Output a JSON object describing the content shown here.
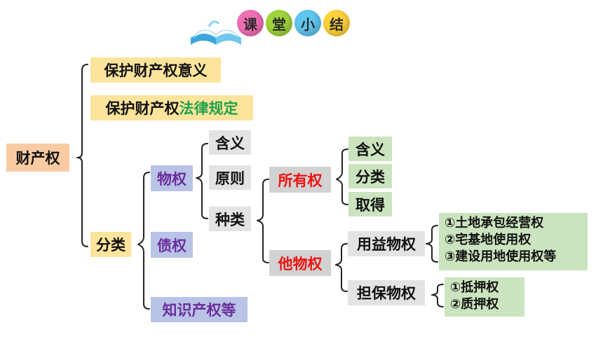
{
  "header": {
    "bubbles": [
      "课",
      "堂",
      "小",
      "结"
    ],
    "bubble_colors": [
      "#f06eb4",
      "#9fd43b",
      "#5fc6ee",
      "#ffd23a"
    ]
  },
  "tree": {
    "root": "财产权",
    "meaning": "保护财产权意义",
    "law_prefix": "保护财产权",
    "law_suffix": "法律规定",
    "classify": "分类",
    "real_right": "物权",
    "creditor_right": "债权",
    "ip_right": "知识产权等",
    "rr_meaning": "含义",
    "rr_principle": "原则",
    "rr_types": "种类",
    "ownership": "所有权",
    "other_rights": "他物权",
    "own_meaning": "含义",
    "own_classify": "分类",
    "own_acquire": "取得",
    "usufruct": "用益物权",
    "security": "担保物权",
    "usufruct_items": [
      "①土地承包经营权",
      "②宅基地使用权",
      "③建设用地使用权等"
    ],
    "security_items": [
      "①抵押权",
      "②质押权"
    ]
  }
}
